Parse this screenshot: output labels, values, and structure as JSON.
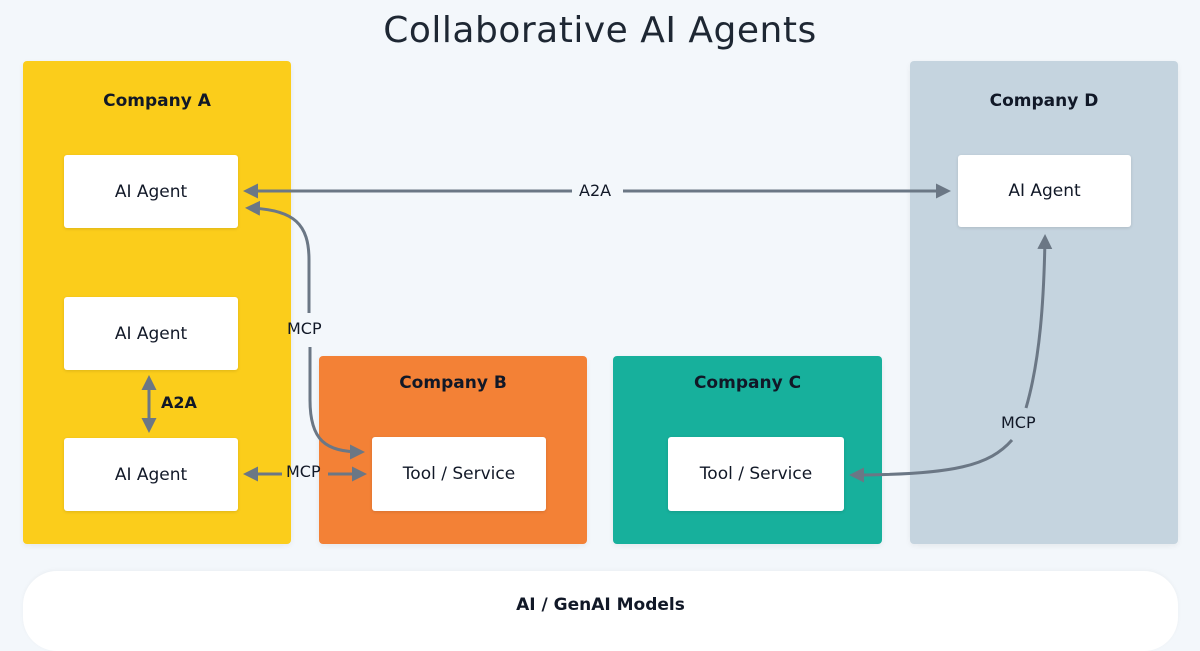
{
  "title": "Collaborative AI Agents",
  "companies": {
    "a": {
      "label": "Company A",
      "color": "#fbcd1b"
    },
    "b": {
      "label": "Company B",
      "color": "#f38136"
    },
    "c": {
      "label": "Company C",
      "color": "#17b09c"
    },
    "d": {
      "label": "Company D",
      "color": "#c5d4df"
    }
  },
  "nodes": {
    "a_agent_1": "AI Agent",
    "a_agent_2": "AI Agent",
    "a_agent_3": "AI Agent",
    "b_tool": "Tool / Service",
    "c_tool": "Tool / Service",
    "d_agent": "AI Agent"
  },
  "edges": [
    {
      "from": "a_agent_1",
      "to": "d_agent",
      "label": "A2A",
      "direction": "bidirectional"
    },
    {
      "from": "a_agent_1",
      "to": "b_tool",
      "label": "MCP",
      "direction": "bidirectional"
    },
    {
      "from": "a_agent_2",
      "to": "a_agent_3",
      "label": "A2A",
      "direction": "bidirectional"
    },
    {
      "from": "a_agent_3",
      "to": "b_tool",
      "label": "MCP",
      "direction": "bidirectional"
    },
    {
      "from": "c_tool",
      "to": "d_agent",
      "label": "MCP",
      "direction": "bidirectional"
    }
  ],
  "footer": {
    "label": "AI / GenAI Models"
  },
  "arrow_color": "#6b7785"
}
